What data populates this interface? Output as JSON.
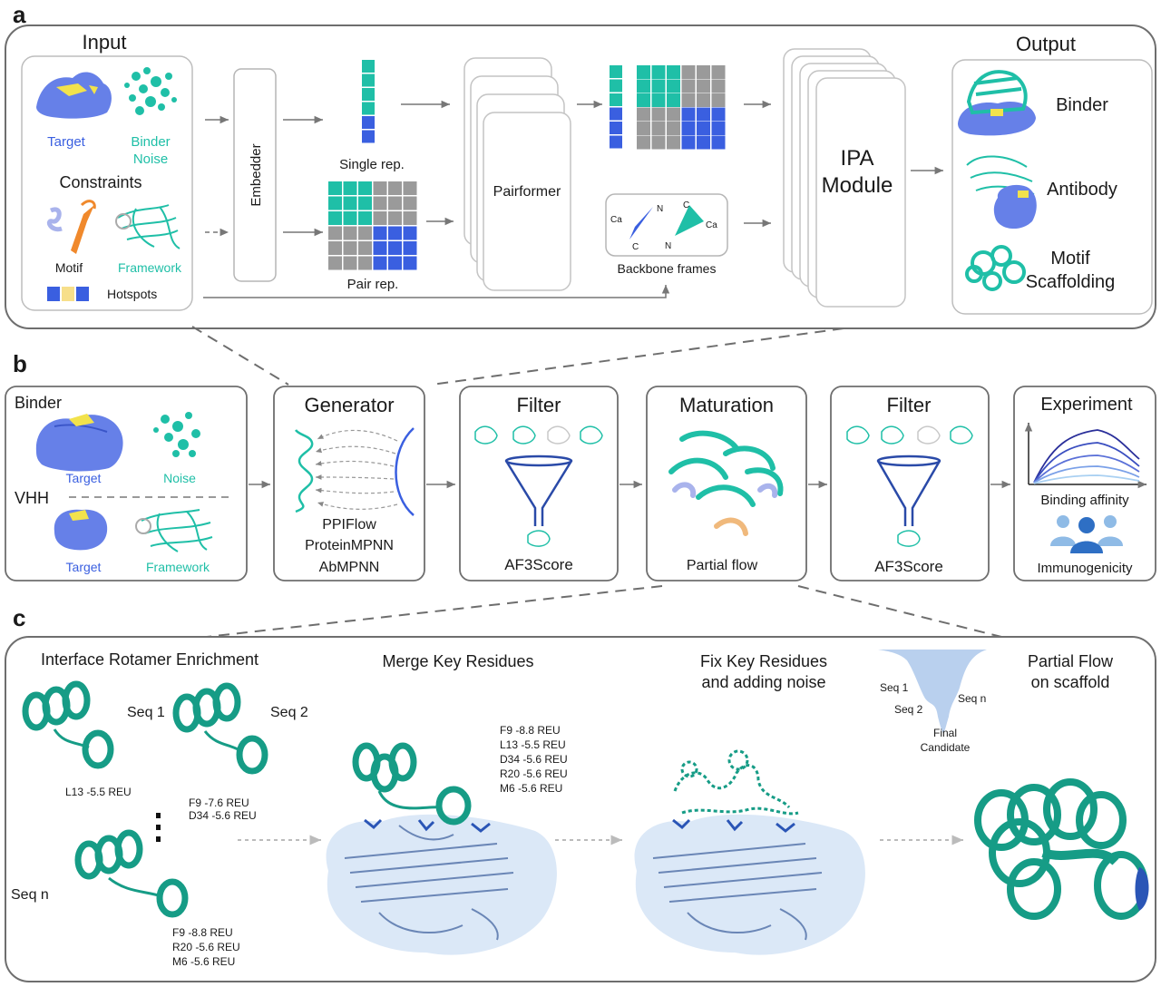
{
  "colors": {
    "teal": "#1fbfa7",
    "dark_teal": "#0e9d87",
    "blue": "#3a5fe0",
    "blue_mid": "#5570e6",
    "yellow": "#f4e460",
    "gray": "#9a9a9a",
    "light_blue": "#b9d0ee",
    "panel_border": "#6e6e6e"
  },
  "panel_a": {
    "label": "a",
    "input_title": "Input",
    "target": "Target",
    "binder_noise": [
      "Binder",
      "Noise"
    ],
    "constraints": "Constraints",
    "motif": "Motif",
    "framework": "Framework",
    "hotspots": "Hotspots",
    "embedder": "Embedder",
    "single_rep": "Single rep.",
    "pair_rep": "Pair rep.",
    "pairformer": "Pairformer",
    "backbone_frames": "Backbone frames",
    "atoms": {
      "ca": "Ca",
      "n": "N",
      "c": "C"
    },
    "ipa": [
      "IPA",
      "Module"
    ],
    "output_title": "Output",
    "outputs": {
      "binder": "Binder",
      "antibody": "Antibody",
      "motif": [
        "Motif",
        "Scaffolding"
      ]
    }
  },
  "panel_b": {
    "label": "b",
    "binder": "Binder",
    "target": "Target",
    "noise": "Noise",
    "vhh": "VHH",
    "framework": "Framework",
    "generator": {
      "title": "Generator",
      "tools": [
        "PPIFlow",
        "ProteinMPNN",
        "AbMPNN"
      ]
    },
    "filter1": {
      "title": "Filter",
      "caption": "AF3Score"
    },
    "maturation": {
      "title": "Maturation",
      "caption": "Partial flow"
    },
    "filter2": {
      "title": "Filter",
      "caption": "AF3Score"
    },
    "experiment": {
      "title": "Experiment",
      "binding": "Binding affinity",
      "immuno": "Immunogenicity"
    }
  },
  "panel_c": {
    "label": "c",
    "step1": {
      "title": "Interface Rotamer Enrichment",
      "seq1": "Seq 1",
      "seq1_energy": "L13 -5.5 REU",
      "seq2": "Seq 2",
      "seq2_energy": [
        "F9   -7.6 REU",
        "D34 -5.6 REU"
      ],
      "seqn": "Seq n",
      "seqn_energy": [
        "F9    -8.8 REU",
        "R20 -5.6 REU",
        "M6   -5.6 REU"
      ]
    },
    "step2": {
      "title": "Merge Key Residues",
      "energies": [
        "F9   -8.8 REU",
        "L13 -5.5 REU",
        "D34 -5.6 REU",
        "R20 -5.6 REU",
        "M6   -5.6 REU"
      ]
    },
    "step3": {
      "title": [
        "Fix Key Residues",
        "and adding noise"
      ],
      "seq1": "Seq 1",
      "seq2": "Seq 2",
      "seqn": "Seq n",
      "final": [
        "Final",
        "Candidate"
      ]
    },
    "step4": {
      "title": [
        "Partial Flow",
        "on scaffold"
      ]
    }
  }
}
